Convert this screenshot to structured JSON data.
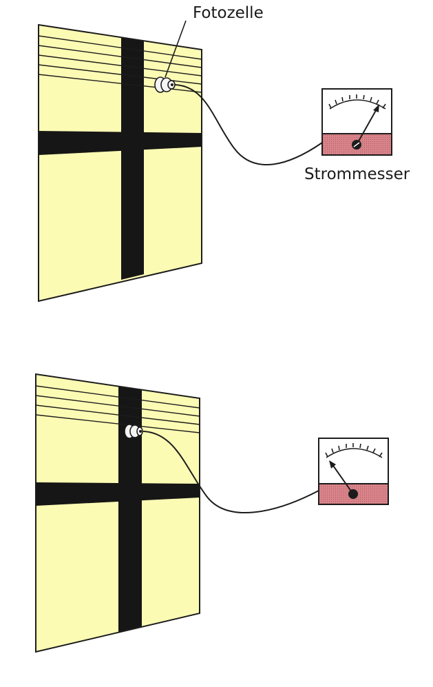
{
  "labels": {
    "photocell": "Fotozelle",
    "ammeter": "Strommesser"
  },
  "colors": {
    "pane": "#fcfbb4",
    "frame": "#161616",
    "outline": "#1c1c1c",
    "meter_base": "#d9848a",
    "meter_face": "#ffffff",
    "background": "#ffffff"
  },
  "scenes": [
    {
      "name": "photocell-on-glass",
      "needle_state": "high"
    },
    {
      "name": "photocell-on-frame",
      "needle_state": "low"
    }
  ]
}
